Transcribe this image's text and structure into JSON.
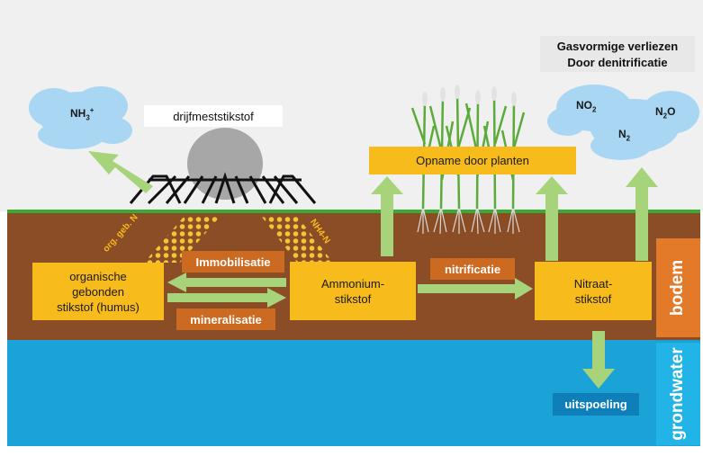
{
  "title": {
    "line1": "Gasvormige verliezen",
    "line2": "Door denitrificatie"
  },
  "slurry_label": "drijfmeststikstof",
  "clouds": {
    "nh3": {
      "main": "NH",
      "sub": "3",
      "sup": "+"
    },
    "no2": {
      "main": "NO",
      "sub": "2"
    },
    "n2": {
      "main": "N",
      "sub": "2"
    },
    "n2o": {
      "main": "N",
      "sub": "2",
      "tail": "O"
    }
  },
  "soil_labels": {
    "org_n": "org. geb. N",
    "nh4_n": "NH4-N"
  },
  "boxes": {
    "organic": [
      "organische",
      "gebonden",
      "stikstof (humus)"
    ],
    "ammonium": [
      "Ammonium-",
      "stikstof"
    ],
    "nitrate": [
      "Nitraat-",
      "stikstof"
    ],
    "uptake": "Opname door planten"
  },
  "processes": {
    "immobilisation": "Immobilisatie",
    "mineralisation": "mineralisatie",
    "nitrification": "nitrificatie",
    "leaching": "uitspoeling"
  },
  "zones": {
    "soil": "bodem",
    "groundwater": "grondwater"
  },
  "colors": {
    "soil": "#8b4d26",
    "groundwater": "#1ba3d8",
    "box": "#f7bb1c",
    "process": "#cd6a22",
    "arrow": "#a7d47a",
    "grass": "#3aa935",
    "cloud": "#a9d6f2"
  }
}
